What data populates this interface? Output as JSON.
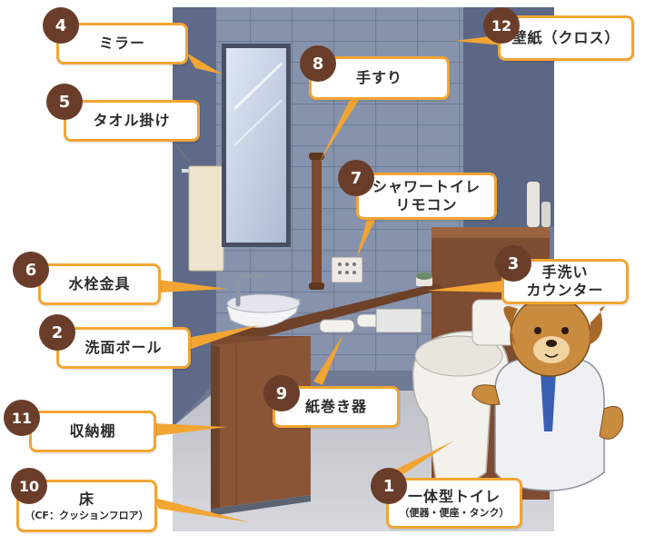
{
  "labels": {
    "l1": {
      "num": "1",
      "text": "一体型トイレ",
      "sub": "（便器・便座・タンク）"
    },
    "l2": {
      "num": "2",
      "text": "洗面ボール"
    },
    "l3": {
      "num": "3",
      "line1": "手洗い",
      "line2": "カウンター"
    },
    "l4": {
      "num": "4",
      "text": "ミラー"
    },
    "l5": {
      "num": "5",
      "text": "タオル掛け"
    },
    "l6": {
      "num": "6",
      "text": "水栓金具"
    },
    "l7": {
      "num": "7",
      "line1": "シャワートイレ",
      "line2": "リモコン"
    },
    "l8": {
      "num": "8",
      "text": "手すり"
    },
    "l9": {
      "num": "9",
      "text": "紙巻き器"
    },
    "l10": {
      "num": "10",
      "text": "床",
      "sub": "（CF：クッションフロア）"
    },
    "l11": {
      "num": "11",
      "text": "収納棚"
    },
    "l12": {
      "num": "12",
      "text": "壁紙（クロス）"
    }
  },
  "colors": {
    "accent_orange": "#f2a533",
    "badge_brown": "#6a3d2a",
    "wall_blue": "#7d8ba6",
    "cabinet_brown": "#8a5536",
    "floor": "#cfd0d6"
  },
  "icons": {
    "mascot": "dog-mascot-in-lab-coat"
  }
}
